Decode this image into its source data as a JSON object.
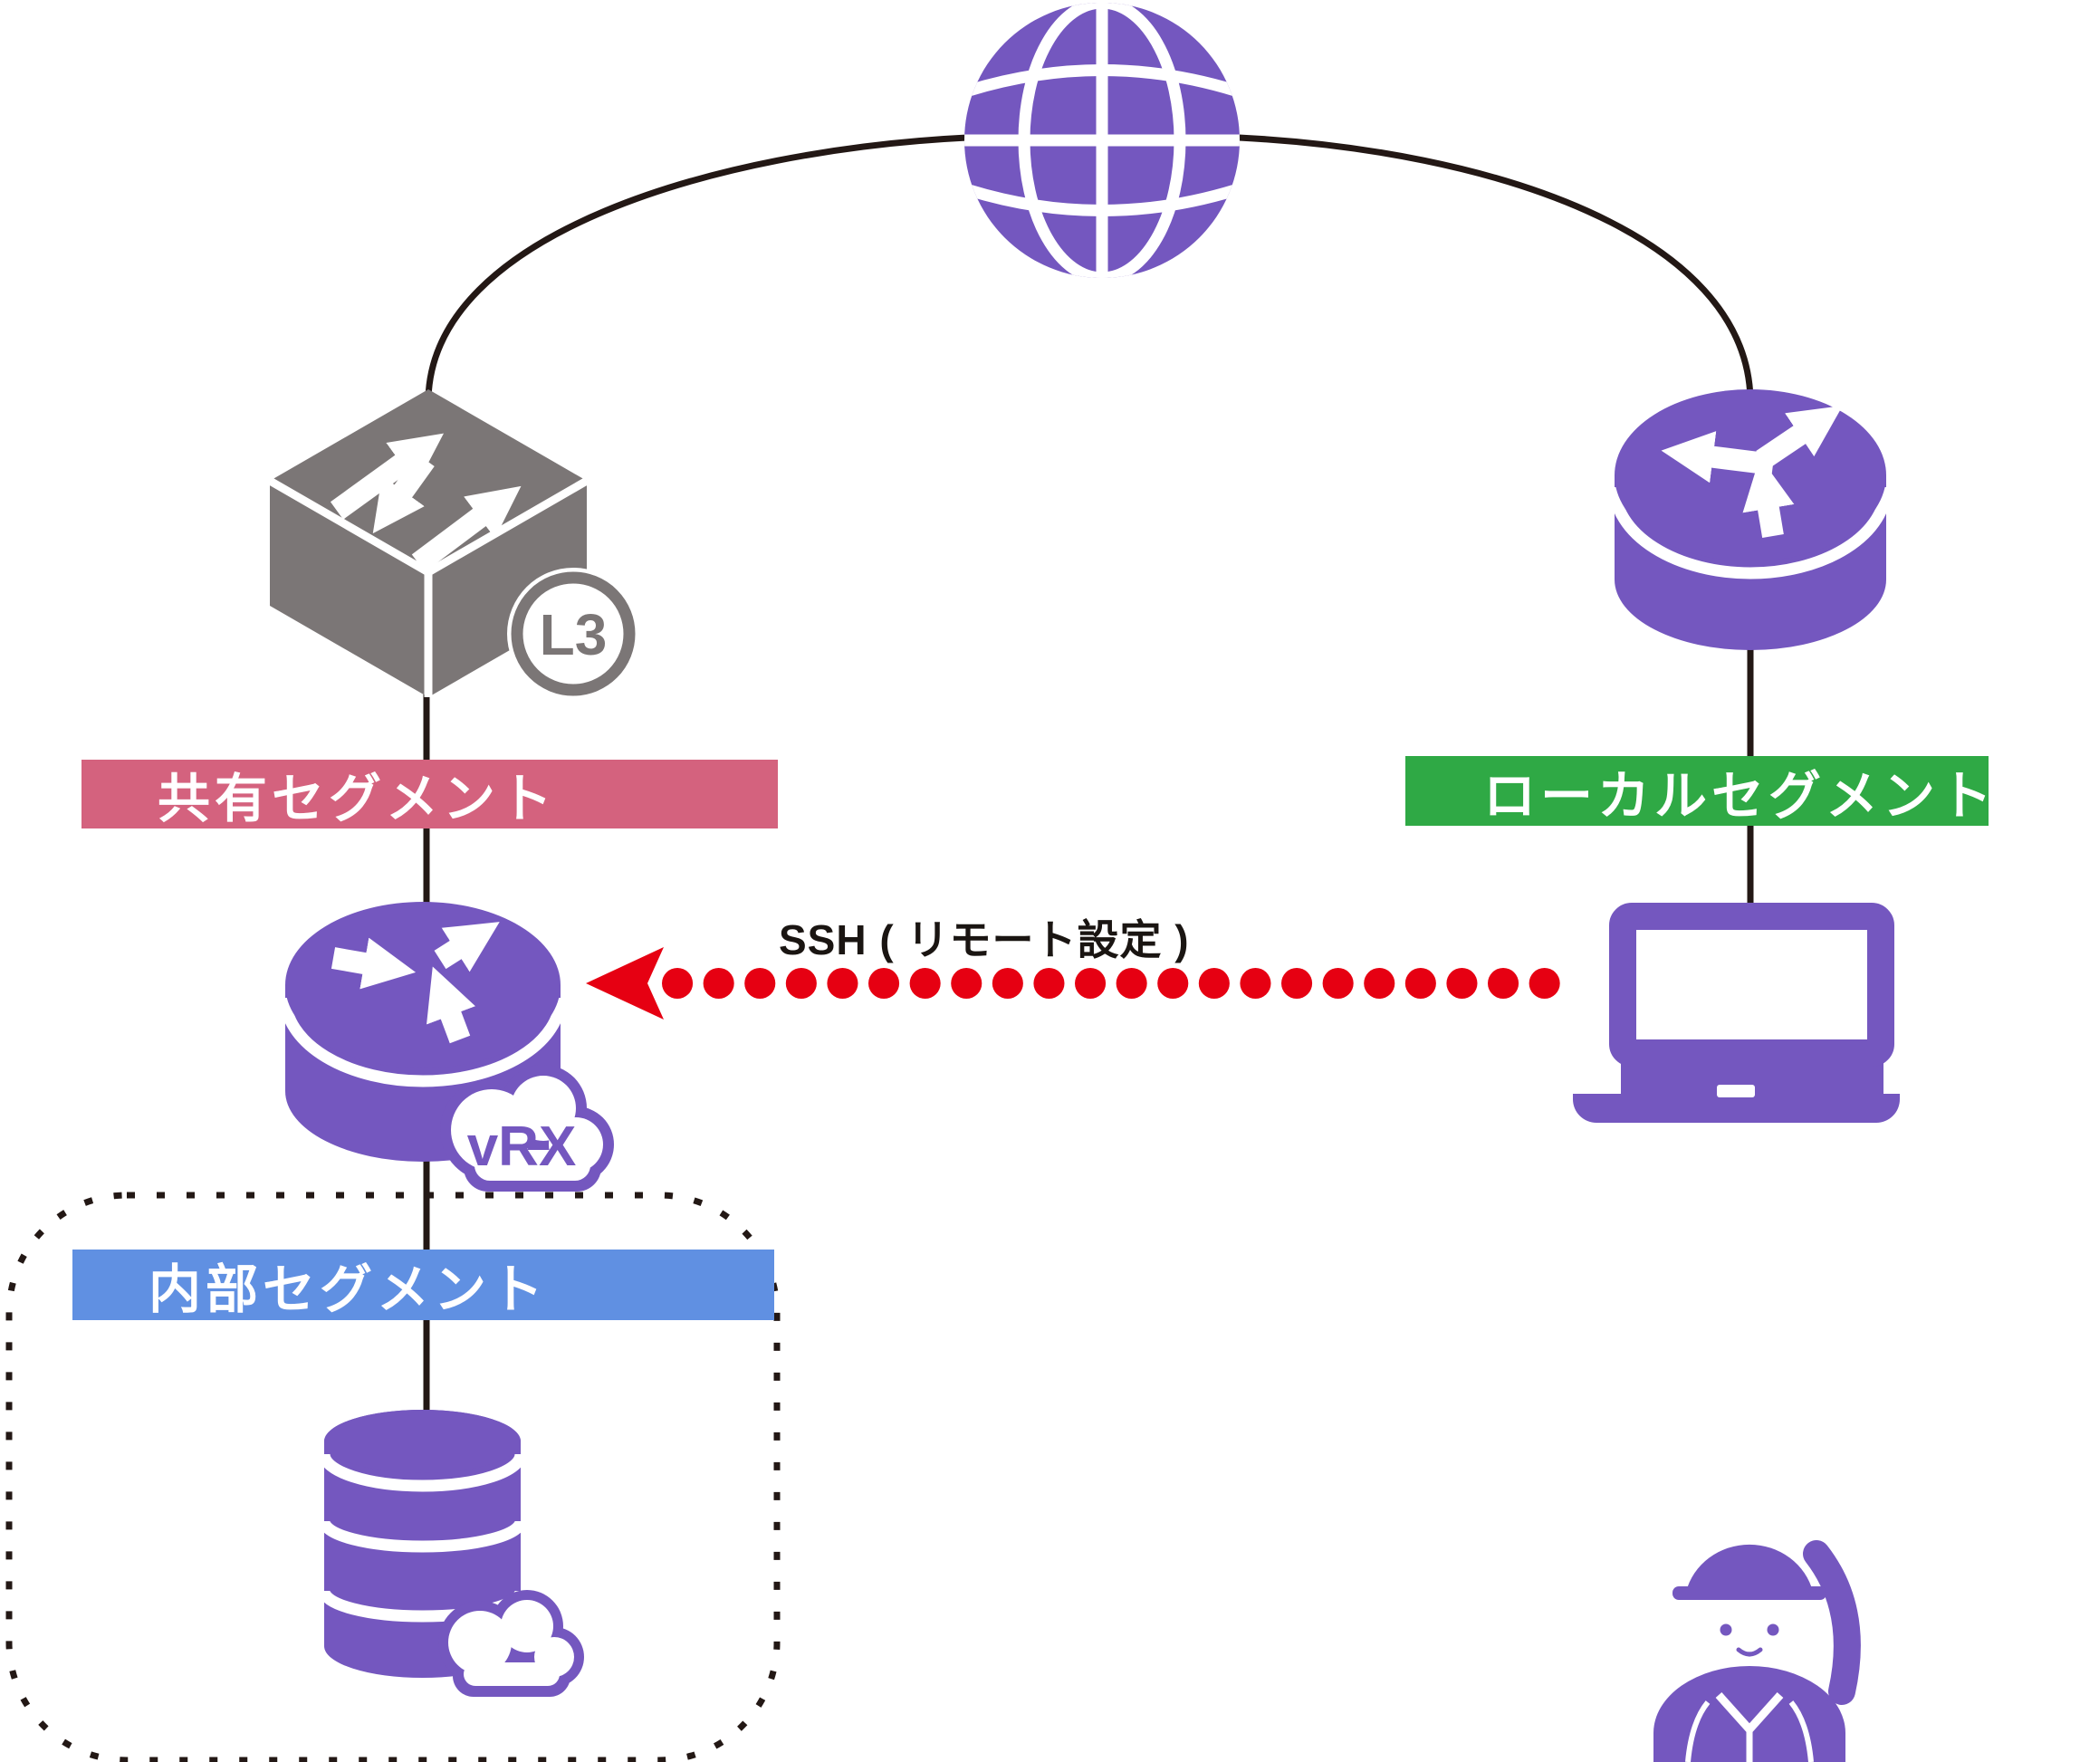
{
  "meta": {
    "type": "network-diagram"
  },
  "colors": {
    "purple": "#7457BF",
    "gray": "#7B7676",
    "pink": "#D4627E",
    "green": "#2FA945",
    "blue": "#6090E2",
    "red": "#E60012",
    "line": "#231815"
  },
  "nodes": {
    "internet": {
      "icon": "globe-icon"
    },
    "l3_switch": {
      "icon": "l3-switch-icon",
      "badge_label": "L3"
    },
    "local_router": {
      "icon": "router-icon"
    },
    "vrx_router": {
      "icon": "router-icon",
      "badge_label": "vRX"
    },
    "admin_laptop": {
      "icon": "laptop-icon"
    },
    "database_server": {
      "icon": "database-cloud-icon"
    },
    "field_worker": {
      "icon": "worker-person-icon"
    }
  },
  "segments": {
    "shared": {
      "label": "共有セグメント",
      "color": "#D4627E"
    },
    "local": {
      "label": "ローカルセグメント",
      "color": "#2FA945"
    },
    "internal": {
      "label": "内部セグメント",
      "color": "#6090E2"
    }
  },
  "ssh_connection": {
    "label": "SSH ( リモート設定 )",
    "color": "#E60012"
  }
}
